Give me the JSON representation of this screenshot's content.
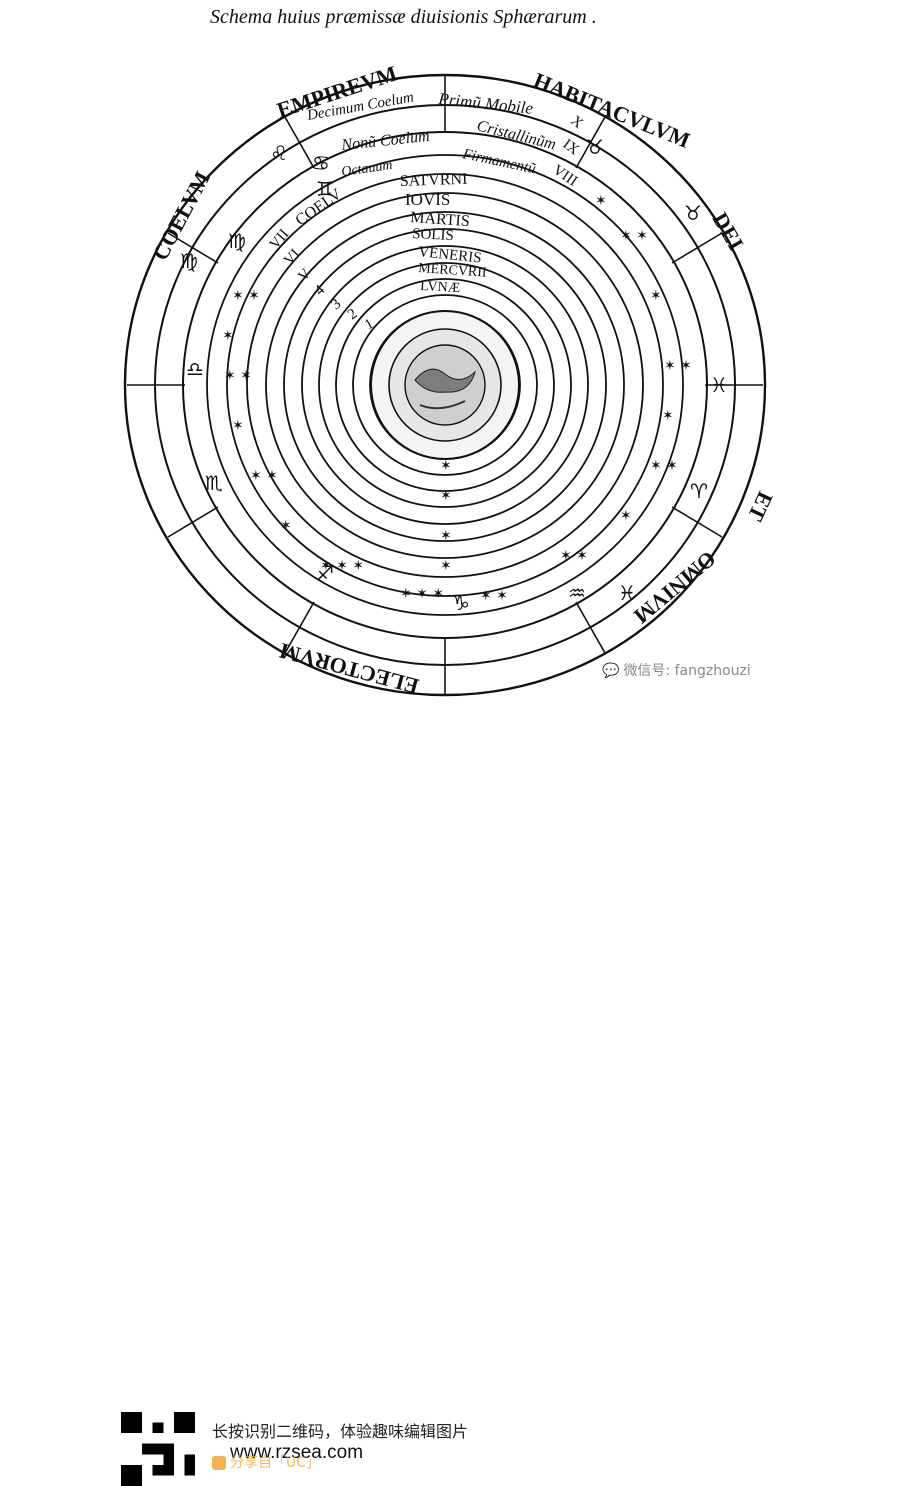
{
  "caption": "Schema huius præmissæ diuisionis Sphærarum .",
  "outer_words": [
    "EMPIREVM",
    "HABITACVLVM",
    "DEI",
    "ET",
    "OMNIVM",
    "ELECTORVM",
    "COELVM"
  ],
  "spheres": [
    {
      "label": "Primũ Mobile",
      "numeral": "X"
    },
    {
      "label": "Decimum Coelum"
    },
    {
      "label": "Cristallinũm",
      "numeral": "IX"
    },
    {
      "label": "Nonũ Coelum"
    },
    {
      "label": "Firmamentũ",
      "numeral": "VIII"
    },
    {
      "label": "Octauum"
    },
    {
      "label": "SATVRNI",
      "numeral": "VII"
    },
    {
      "label": "COELV"
    },
    {
      "label": "IOVIS",
      "numeral": "VI"
    },
    {
      "label": "MARTIS",
      "numeral": "V"
    },
    {
      "label": "SOLIS",
      "numeral": "4"
    },
    {
      "label": "VENERIS",
      "numeral": "3"
    },
    {
      "label": "MERCVRII",
      "numeral": "2"
    },
    {
      "label": "LVNÆ",
      "numeral": "1"
    }
  ],
  "footer": {
    "cta": "长按识别二维码，体验趣味编辑图片",
    "site": "www.rzsea.com",
    "app": "分享自「UC」",
    "wechat": "微信号: fangzhouzi"
  }
}
